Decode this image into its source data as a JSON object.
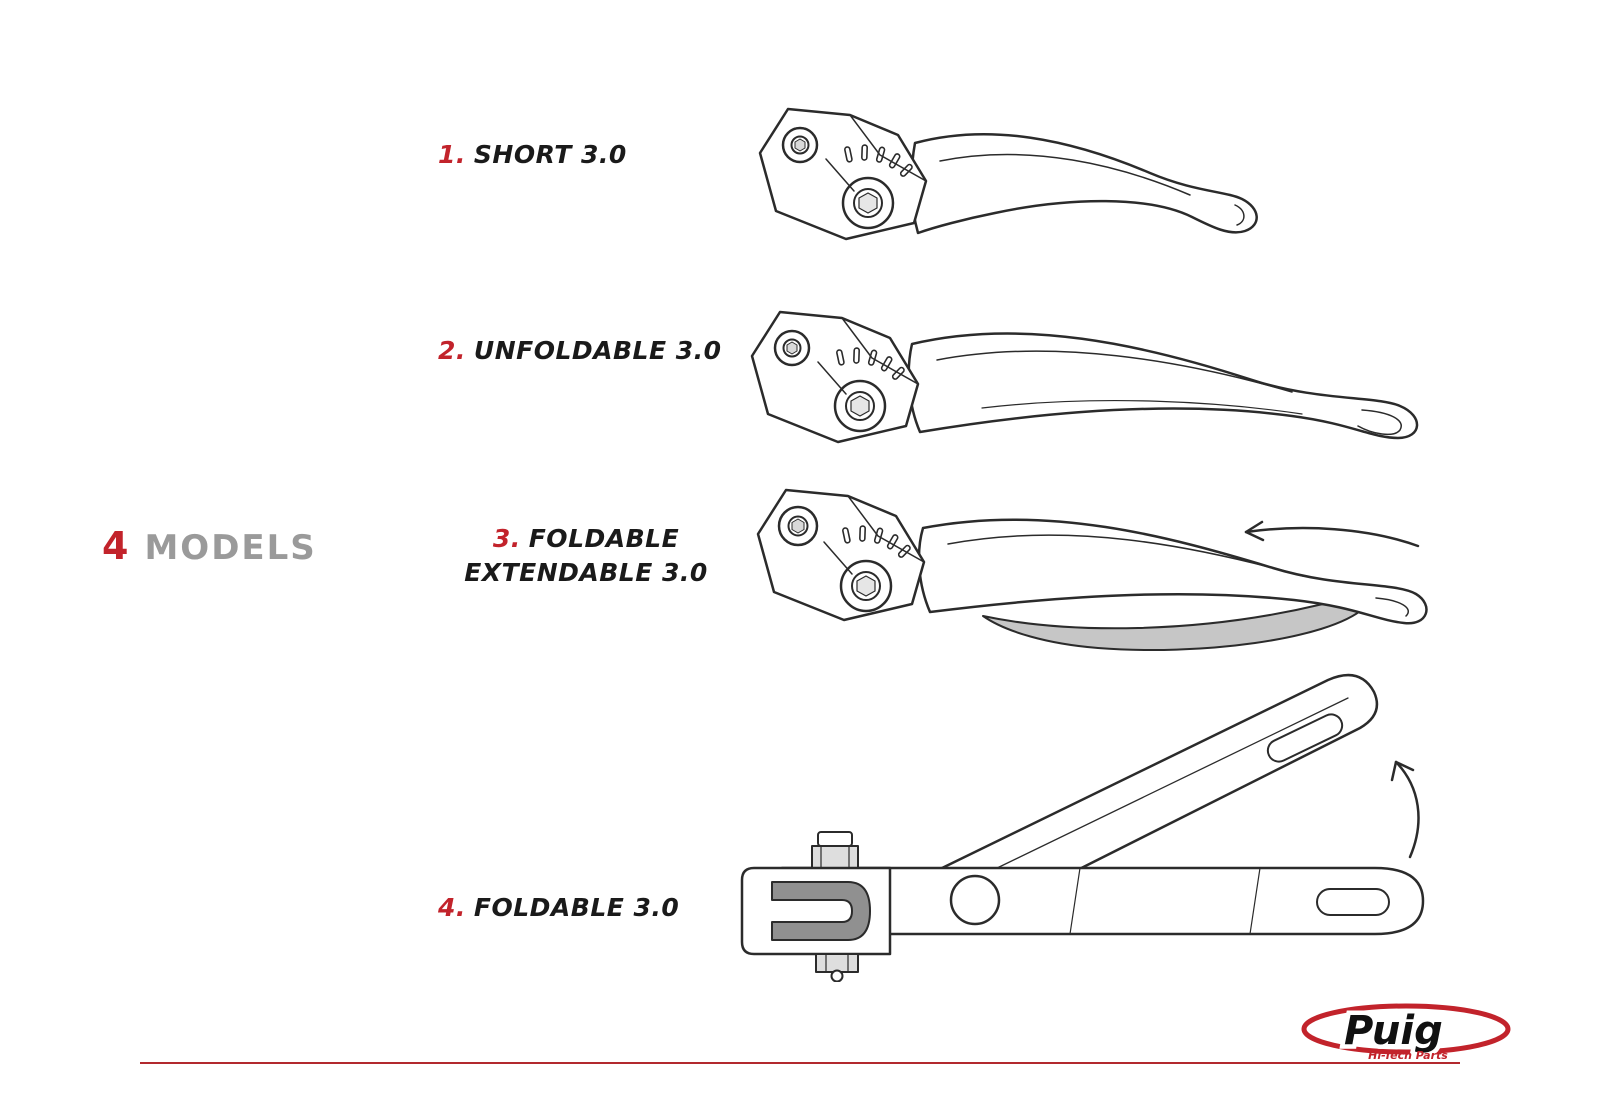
{
  "colors": {
    "accent_red": "#c2232b",
    "heading_gray": "#9a9a9a",
    "line_art": "#2b2b2b",
    "extension_gray": "#c6c6c6"
  },
  "heading": {
    "count": "4",
    "label": "MODELS"
  },
  "models": [
    {
      "number": "1.",
      "name": "SHORT 3.0"
    },
    {
      "number": "2.",
      "name": "UNFOLDABLE 3.0"
    },
    {
      "number": "3.",
      "name": "FOLDABLE EXTENDABLE 3.0"
    },
    {
      "number": "4.",
      "name": "FOLDABLE 3.0"
    }
  ],
  "logo": {
    "brand": "Puig",
    "tagline": "Hi-Tech Parts"
  }
}
